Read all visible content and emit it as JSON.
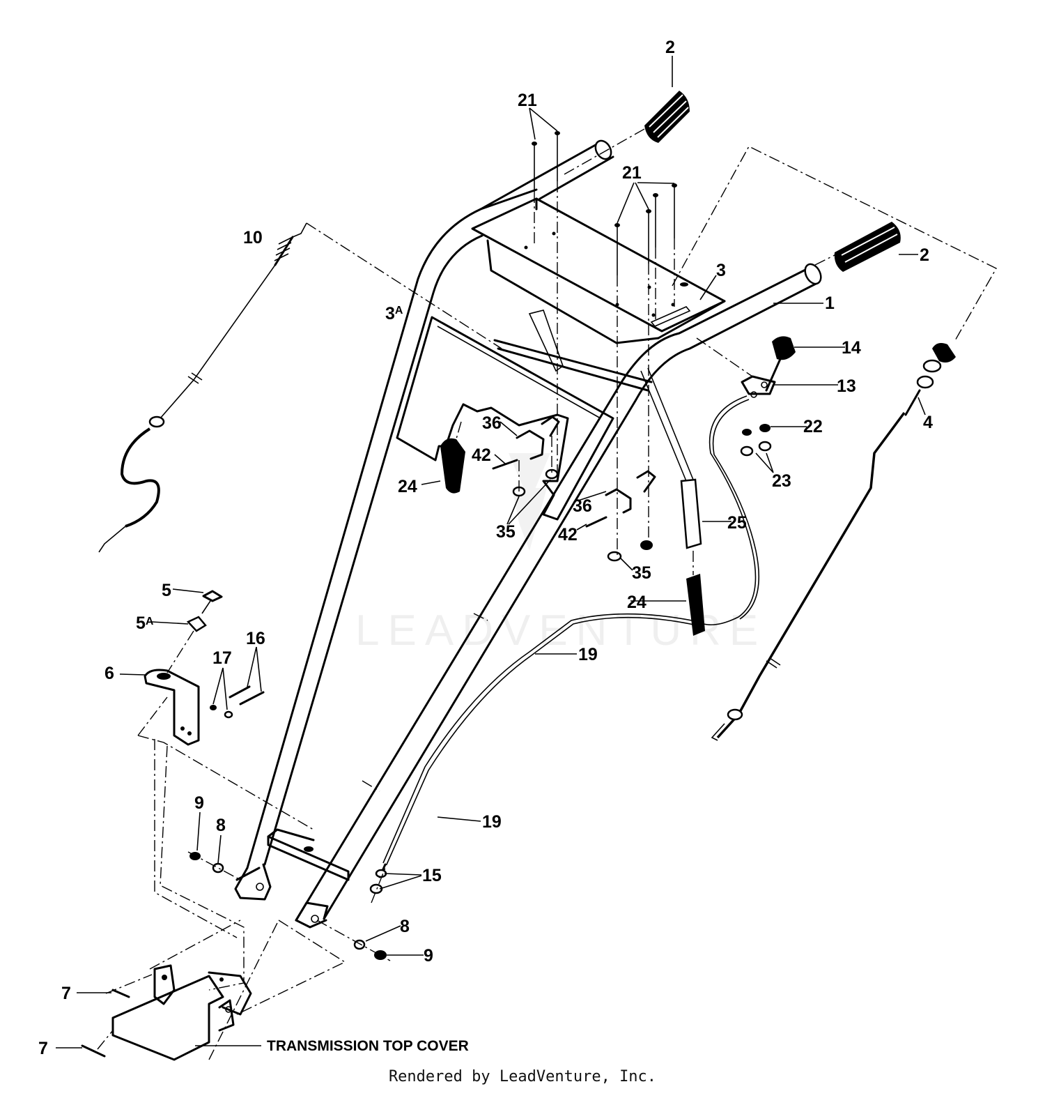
{
  "labels": {
    "p1": "1",
    "p2a": "2",
    "p2b": "2",
    "p3": "3",
    "p3a_main": "3",
    "p3a_sup": "A",
    "p4": "4",
    "p5": "5",
    "p5a_main": "5",
    "p5a_sup": "A",
    "p6": "6",
    "p7a": "7",
    "p7b": "7",
    "p8a": "8",
    "p8b": "8",
    "p9a": "9",
    "p9b": "9",
    "p10": "10",
    "p13": "13",
    "p14": "14",
    "p15": "15",
    "p16": "16",
    "p17": "17",
    "p19a": "19",
    "p19b": "19",
    "p21a": "21",
    "p21b": "21",
    "p22": "22",
    "p23": "23",
    "p24a": "24",
    "p24b": "24",
    "p25": "25",
    "p35a": "35",
    "p35b": "35",
    "p36a": "36",
    "p36b": "36",
    "p42a": "42",
    "p42b": "42"
  },
  "caption": "TRANSMISSION TOP COVER",
  "watermark": "LEADVENTURE",
  "footer": "Rendered by LeadVenture, Inc."
}
